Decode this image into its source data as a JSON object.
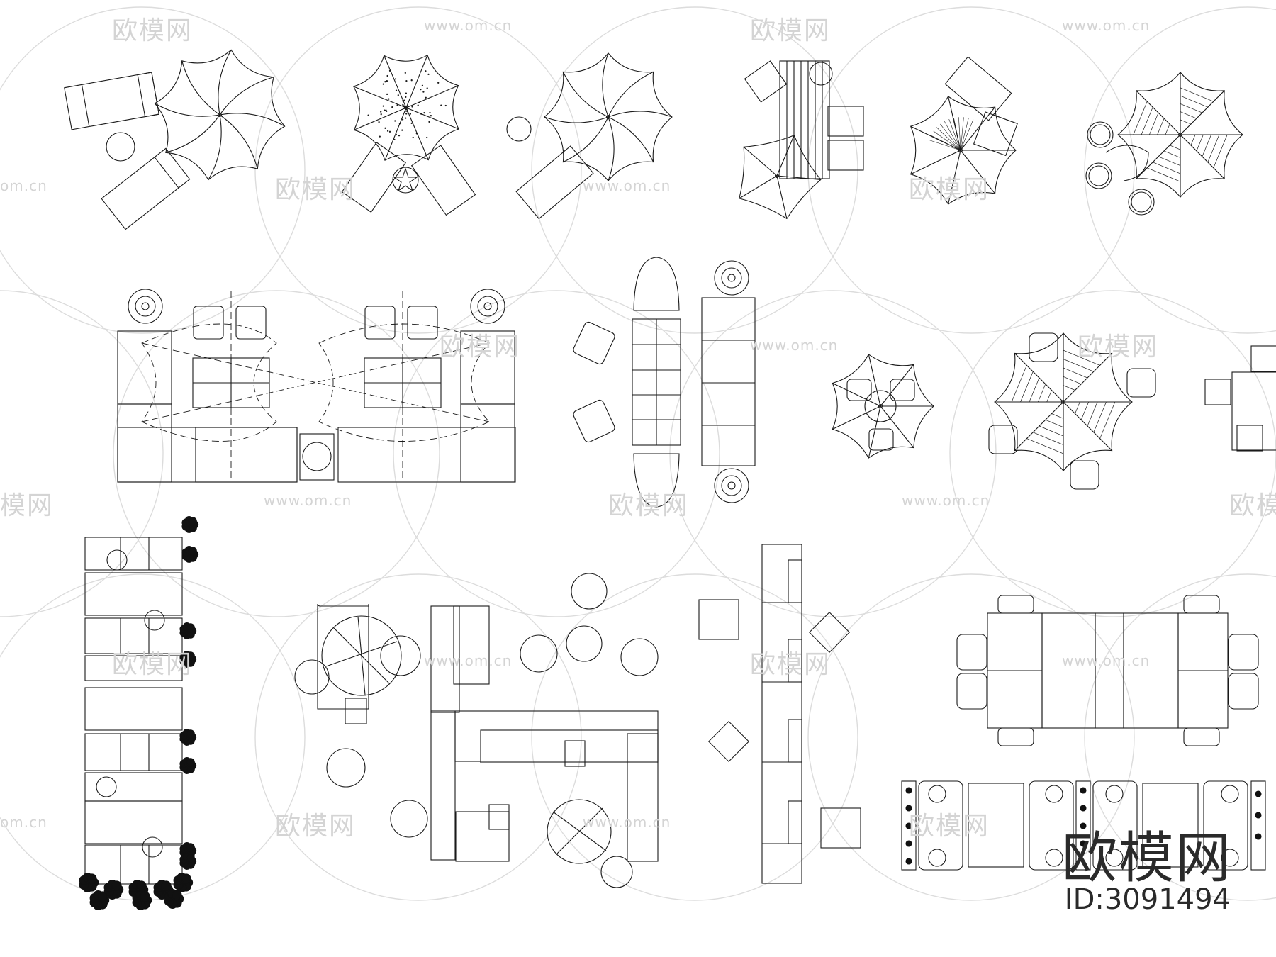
{
  "watermark": {
    "name": "欧模网",
    "url": "www.om.cn",
    "url_partial": "om.cn",
    "name_partial": "欧模网",
    "name_suffix": "模网"
  },
  "brand": {
    "name": "欧模网",
    "id_label": "ID:3091494"
  },
  "palette": {
    "line": "#1a1a1a",
    "watermark": "#d6d6d6",
    "background": "#ffffff"
  }
}
